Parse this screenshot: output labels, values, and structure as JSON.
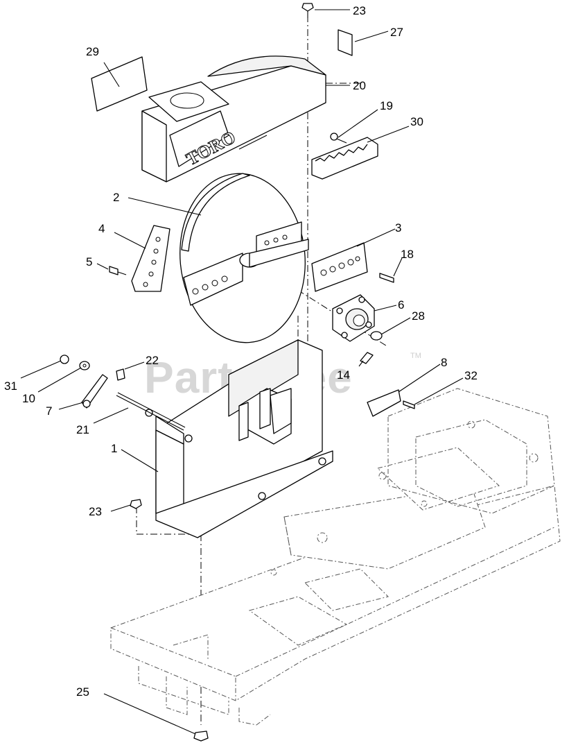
{
  "watermark": {
    "text": "PartsTree",
    "trademark": "TM"
  },
  "brand_plate": "TORO",
  "callouts": [
    {
      "id": "c-23-top",
      "label": "23"
    },
    {
      "id": "c-27",
      "label": "27"
    },
    {
      "id": "c-29",
      "label": "29"
    },
    {
      "id": "c-20",
      "label": "20"
    },
    {
      "id": "c-19",
      "label": "19"
    },
    {
      "id": "c-30",
      "label": "30"
    },
    {
      "id": "c-2",
      "label": "2"
    },
    {
      "id": "c-4",
      "label": "4"
    },
    {
      "id": "c-3",
      "label": "3"
    },
    {
      "id": "c-5",
      "label": "5"
    },
    {
      "id": "c-18",
      "label": "18"
    },
    {
      "id": "c-6",
      "label": "6"
    },
    {
      "id": "c-28",
      "label": "28"
    },
    {
      "id": "c-22",
      "label": "22"
    },
    {
      "id": "c-31",
      "label": "31"
    },
    {
      "id": "c-10",
      "label": "10"
    },
    {
      "id": "c-14",
      "label": "14"
    },
    {
      "id": "c-8",
      "label": "8"
    },
    {
      "id": "c-32",
      "label": "32"
    },
    {
      "id": "c-7",
      "label": "7"
    },
    {
      "id": "c-21",
      "label": "21"
    },
    {
      "id": "c-1",
      "label": "1"
    },
    {
      "id": "c-23-bottom",
      "label": "23"
    },
    {
      "id": "c-25",
      "label": "25"
    }
  ]
}
